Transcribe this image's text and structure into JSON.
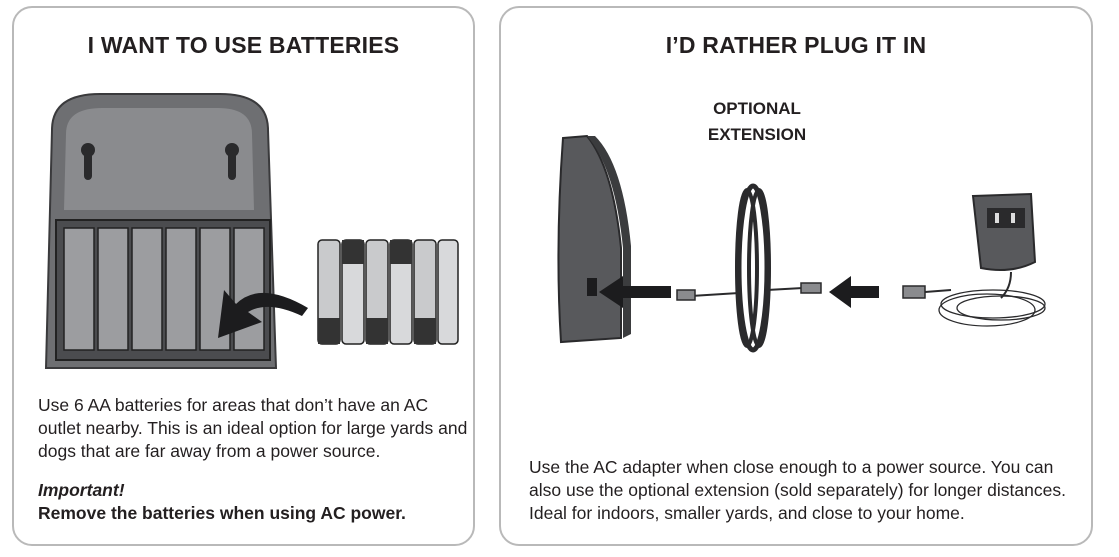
{
  "batteries_panel": {
    "heading": "I WANT TO USE BATTERIES",
    "description": "Use 6 AA batteries for areas that don’t have an AC outlet nearby. This is an ideal option for large yards and dogs that are far away from a power source.",
    "important_title": "Important!",
    "important_text": "Remove the batteries when using AC power."
  },
  "plug_panel": {
    "heading": "I’D RATHER PLUG IT IN",
    "extension_label_line1": "OPTIONAL",
    "extension_label_line2": "EXTENSION",
    "description": "Use the AC adapter when close enough to a power source. You can also use the optional extension (sold separately) for longer distances. Ideal for indoors, smaller yards, and close to your home."
  },
  "icons": [
    "battery-icon",
    "arrow-icon",
    "device-icon",
    "cable-icon",
    "ac-adapter-icon"
  ]
}
